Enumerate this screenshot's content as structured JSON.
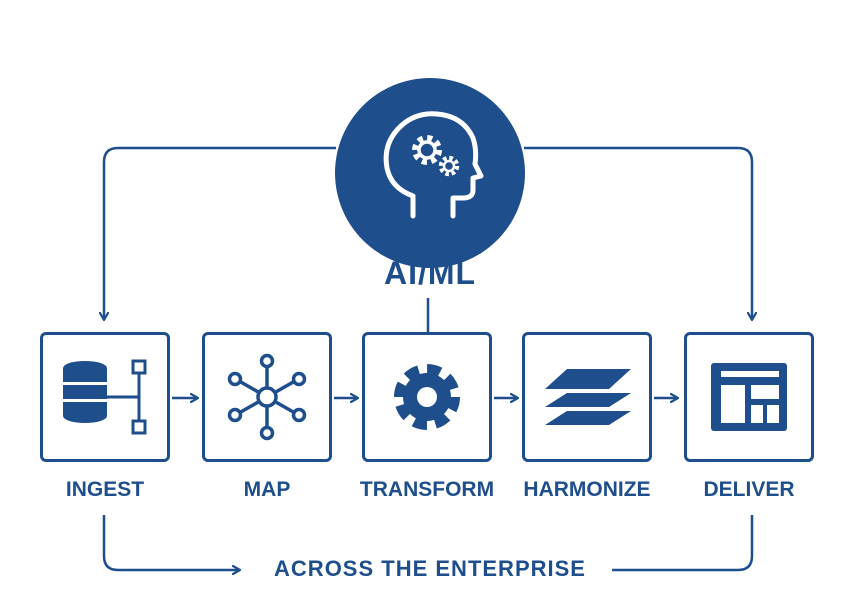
{
  "colors": {
    "primary": "#1f4e8c",
    "background": "#ffffff"
  },
  "hub": {
    "label": "AI/ML",
    "icon": "head-with-gears-icon"
  },
  "stages": [
    {
      "id": "ingest",
      "label": "INGEST",
      "icon": "database-tree-icon"
    },
    {
      "id": "map",
      "label": "MAP",
      "icon": "network-hub-icon"
    },
    {
      "id": "transform",
      "label": "TRANSFORM",
      "icon": "gear-icon"
    },
    {
      "id": "harmonize",
      "label": "HARMONIZE",
      "icon": "stacked-layers-icon"
    },
    {
      "id": "deliver",
      "label": "DELIVER",
      "icon": "layout-grid-icon"
    }
  ],
  "footer": {
    "label": "ACROSS THE ENTERPRISE"
  }
}
